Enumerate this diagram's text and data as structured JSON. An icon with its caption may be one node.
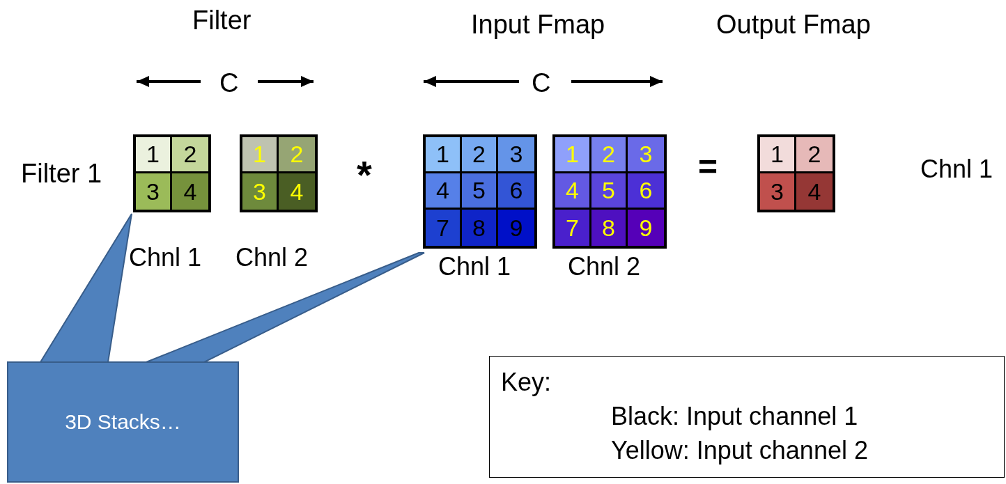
{
  "diagram": {
    "nodes": [
      {
        "text": [],
        "shape": "box",
        "beside": [
          "Chnl 1"
        ]
      },
      {
        "text": [
          "1"
        ],
        "in": 0
      },
      {
        "text": [
          "2"
        ],
        "in": 0
      },
      {
        "text": [
          "3"
        ],
        "in": 0
      },
      {
        "text": [
          "4"
        ],
        "in": 0
      },
      {
        "text": [],
        "shape": "box",
        "beside": [
          "Chnl 2"
        ]
      },
      {
        "text": [
          "1"
        ],
        "in": 5
      },
      {
        "text": [
          "2"
        ],
        "in": 5
      },
      {
        "text": [
          "3"
        ],
        "in": 5
      },
      {
        "text": [
          "4"
        ],
        "in": 5
      },
      {
        "text": [],
        "shape": "box",
        "beside": [
          "Chnl 1"
        ]
      },
      {
        "text": [
          "1"
        ],
        "in": 10
      },
      {
        "text": [
          "2"
        ],
        "in": 10
      },
      {
        "text": [
          "3"
        ],
        "in": 10
      },
      {
        "text": [
          "4"
        ],
        "in": 10
      },
      {
        "text": [
          "5"
        ],
        "in": 10
      },
      {
        "text": [
          "6"
        ],
        "in": 10
      },
      {
        "text": [
          "7"
        ],
        "in": 10
      },
      {
        "text": [
          "8"
        ],
        "in": 10
      },
      {
        "text": [
          "9"
        ],
        "in": 10
      },
      {
        "text": [],
        "shape": "box",
        "beside": [
          "Chnl 2"
        ]
      },
      {
        "text": [
          "1"
        ],
        "in": 20
      },
      {
        "text": [
          "2"
        ],
        "in": 20
      },
      {
        "text": [
          "3"
        ],
        "in": 20
      },
      {
        "text": [
          "4"
        ],
        "in": 20
      },
      {
        "text": [
          "5"
        ],
        "in": 20
      },
      {
        "text": [
          "6"
        ],
        "in": 20
      },
      {
        "text": [
          "7"
        ],
        "in": 20
      },
      {
        "text": [
          "8"
        ],
        "in": 20
      },
      {
        "text": [
          "9"
        ],
        "in": 20
      },
      {
        "text": [],
        "shape": "box",
        "beside": [
          "Chnl 1"
        ]
      },
      {
        "text": [
          "1"
        ],
        "in": 30
      },
      {
        "text": [
          "2"
        ],
        "in": 30
      },
      {
        "text": [
          "3"
        ],
        "in": 30
      },
      {
        "text": [
          "4"
        ],
        "in": 30
      },
      {
        "text": [
          "3D Stacks…"
        ]
      },
      {
        "text": [
          "Key:",
          "Black: Input channel 1",
          "Yellow: Input channel 2"
        ]
      }
    ],
    "edges": [
      {
        "from": 35,
        "to": 0,
        "arrow": "to"
      },
      {
        "from": 35,
        "to": 10,
        "arrow": "none"
      }
    ],
    "labels": [
      "Filter",
      "Input Fmap",
      "Output Fmap",
      "C",
      "C",
      "Filter 1",
      "*",
      "="
    ]
  }
}
